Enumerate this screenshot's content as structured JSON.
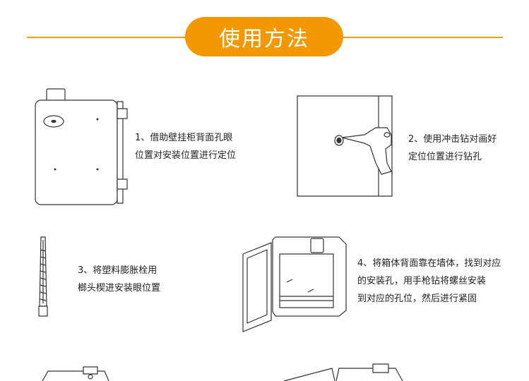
{
  "header": {
    "title": "使用方法",
    "accent_color": "#f39800"
  },
  "steps": [
    {
      "lines": [
        "1、借助壁挂柜背面孔眼",
        "位置对安装位置进行定位"
      ]
    },
    {
      "lines": [
        "2、使用冲击钻对画好",
        "定位位置进行钻孔"
      ]
    },
    {
      "lines": [
        "3、将塑料膨胀栓用",
        "榔头楔进安装眼位置"
      ]
    },
    {
      "lines": [
        "4、将箱体背面靠在墙体，找到对应",
        "的安装孔，用手枪钻将螺丝安装",
        "到对应的孔位，然后进行紧固"
      ]
    }
  ]
}
